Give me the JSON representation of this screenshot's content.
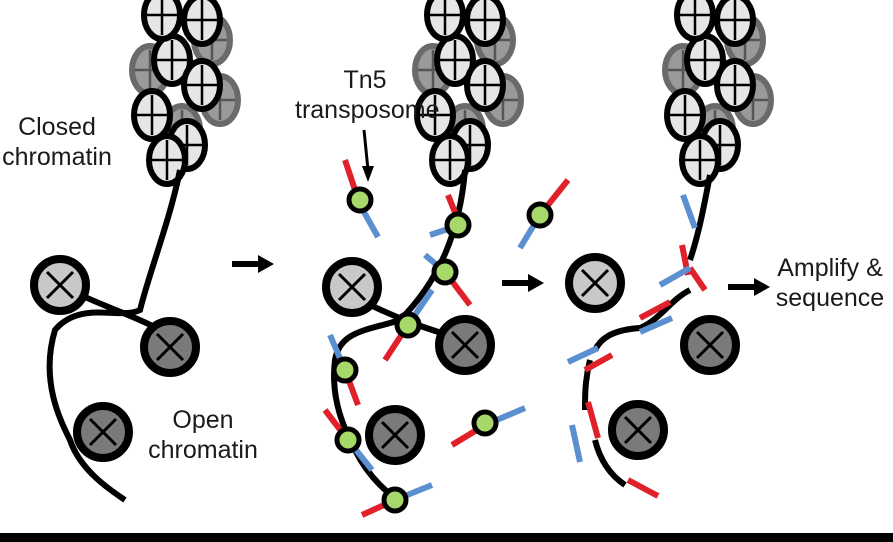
{
  "labels": {
    "closed_line1": "Closed",
    "closed_line2": "chromatin",
    "tn5_line1": "Tn5",
    "tn5_line2": "transposome",
    "open_line1": "Open",
    "open_line2": "chromatin",
    "amplify_line1": "Amplify &",
    "amplify_line2": "sequence"
  },
  "colors": {
    "background": "#ffffff",
    "dna": "#000000",
    "nucleosome_light": "#c8c8c8",
    "nucleosome_dark": "#7a7a7a",
    "adapter_red": "#e0202a",
    "adapter_blue": "#5b8fd0",
    "transposase_green": "#a6d96a"
  },
  "icons": {
    "nucleosome": "nucleosome-icon",
    "arrow": "right-arrow-icon",
    "transposome": "tn5-transposome-icon"
  }
}
